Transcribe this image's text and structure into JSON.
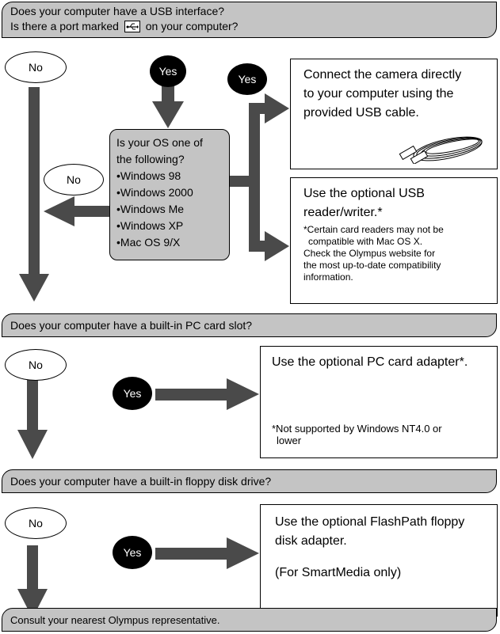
{
  "q1": {
    "line1": "Does your computer have a USB interface?",
    "line2_pre": "Is there a port marked",
    "line2_post": "on your computer?"
  },
  "os_box": {
    "title_line1": "Is your OS one of",
    "title_line2": "the following?",
    "items": [
      "•Windows 98",
      "•Windows 2000",
      "•Windows Me",
      "•Windows XP",
      "•Mac OS 9/X"
    ]
  },
  "usb_direct": {
    "line1": "Connect the camera directly",
    "line2": "to your computer using the",
    "line3": "provided USB cable."
  },
  "usb_reader": {
    "line1": "Use the optional USB",
    "line2": "reader/writer.*",
    "note1": "*Certain card readers may not be",
    "note2": "compatible with Mac OS X.",
    "note3": "Check the Olympus website for",
    "note4": "the most up-to-date compatibility",
    "note5": "information."
  },
  "q2": {
    "text": "Does your computer have a built-in PC card slot?"
  },
  "pc_card": {
    "title": "Use the optional PC card adapter*.",
    "note1": "*Not supported by Windows NT4.0 or",
    "note2": "lower"
  },
  "q3": {
    "text": "Does your computer have a built-in floppy disk drive?"
  },
  "flashpath": {
    "line1": "Use the optional FlashPath floppy",
    "line2": "disk adapter.",
    "line3": "(For SmartMedia only)"
  },
  "q4": {
    "text": "Consult your nearest Olympus representative."
  },
  "labels": {
    "no": "No",
    "yes": "Yes"
  },
  "colors": {
    "banner": "#c4c4c4",
    "arrow": "#4a4a4a"
  }
}
